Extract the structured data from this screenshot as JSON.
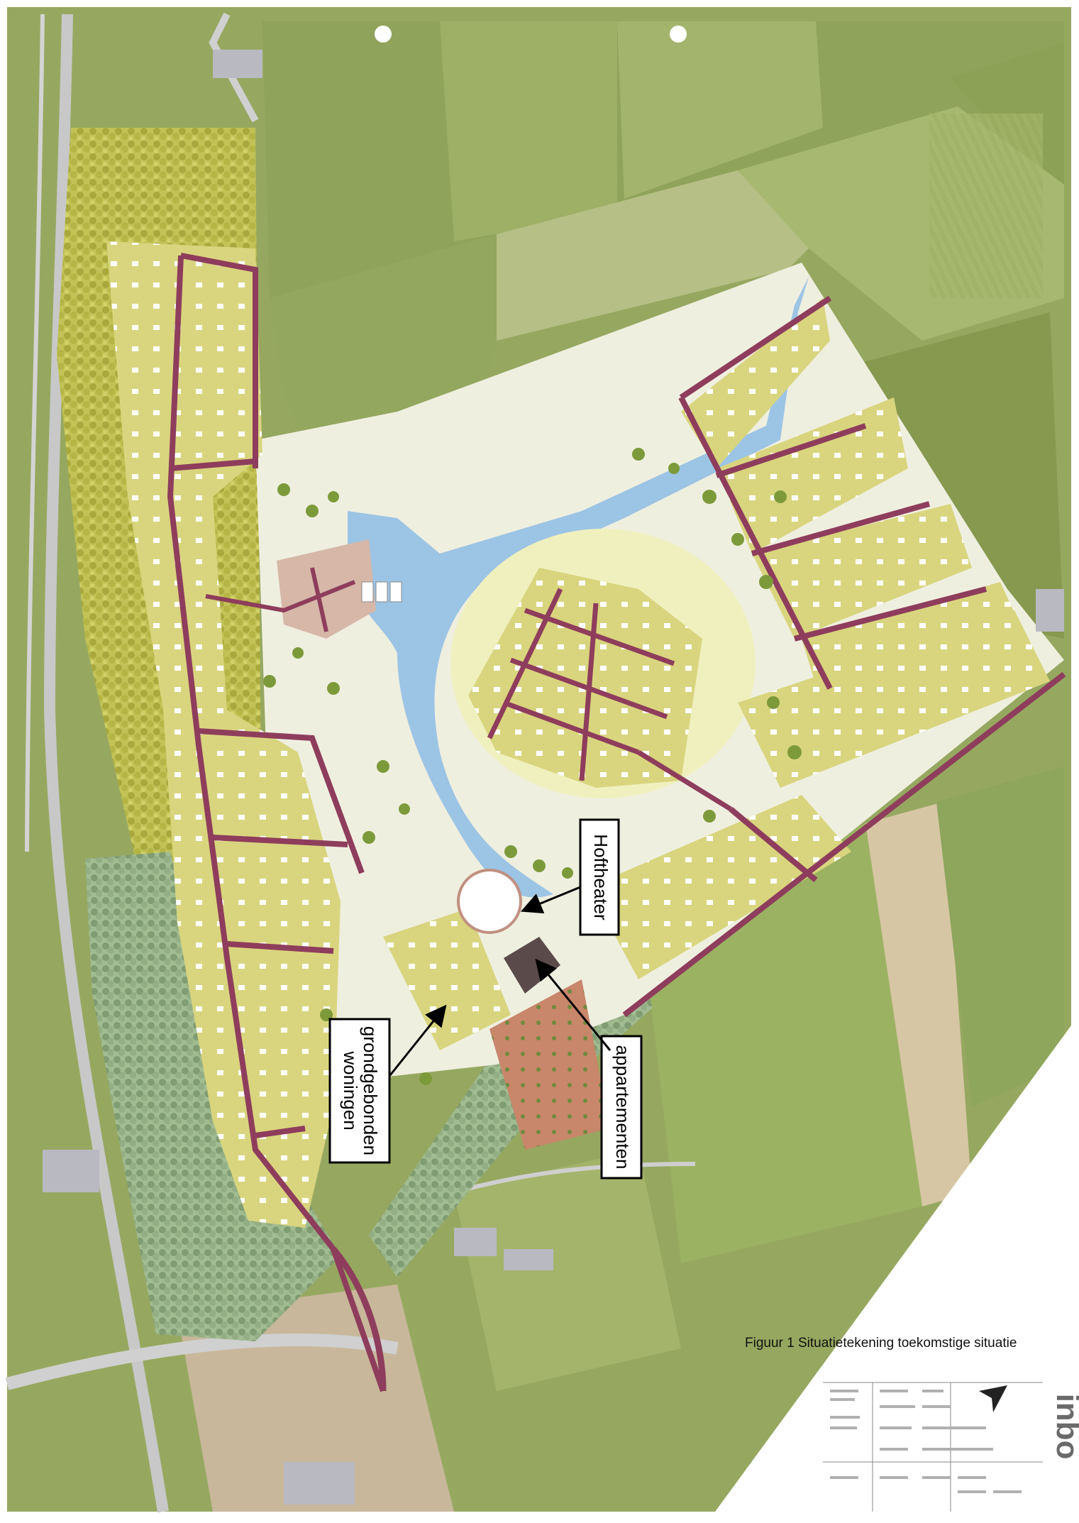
{
  "colors": {
    "field_green": "#9aab62",
    "field_light": "#b7c27f",
    "field_dark": "#7c8c4a",
    "water": "#9cc4e4",
    "road": "#8e3d5c",
    "park": "#eeeedd",
    "plot_yellow": "#d6d67a",
    "forest_yellow": "#bcbb4a",
    "forest_green": "#8aa67e"
  },
  "labels": {
    "hoftheater": "Hoftheater",
    "appartementen": "appartementen",
    "grondgebonden_line1": "grondgebonden",
    "grondgebonden_line2": "woningen"
  },
  "caption": "Figuur 1 Situatietekening toekomstige situatie",
  "title_block": {
    "logo_text": "inbo"
  }
}
